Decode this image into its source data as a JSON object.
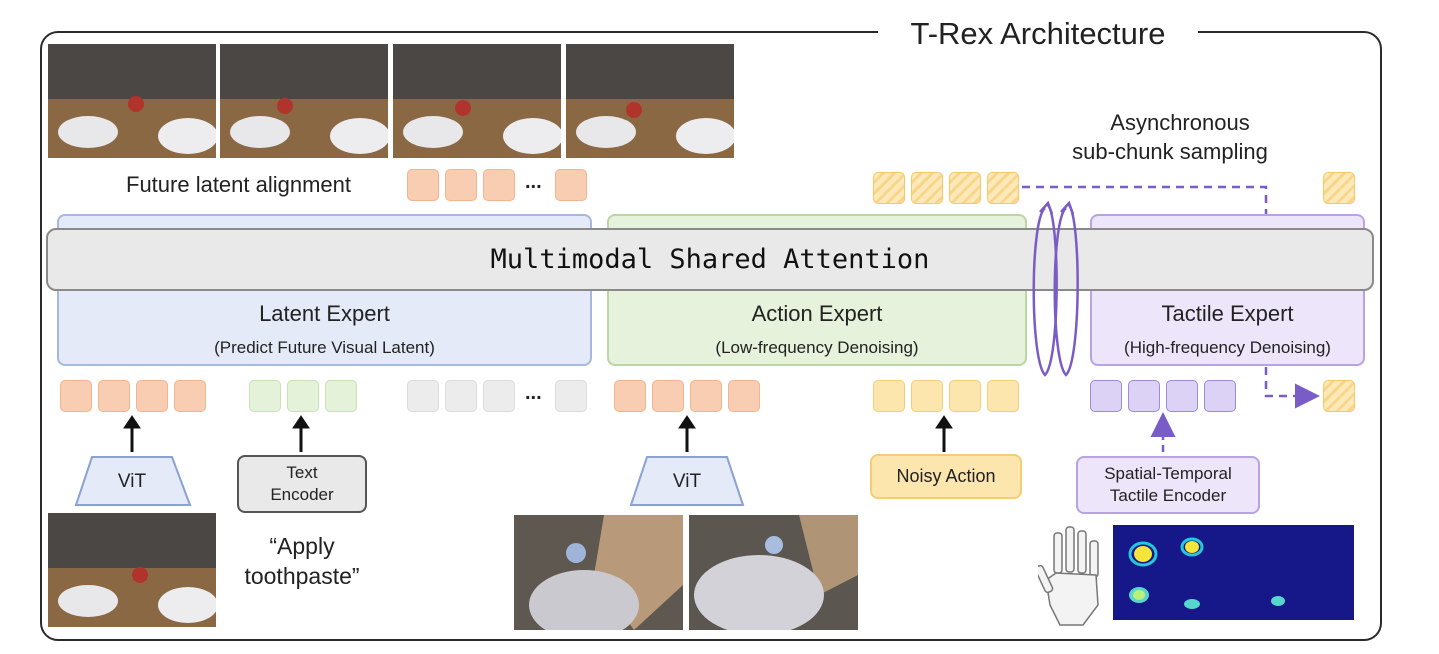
{
  "title": "T-Rex Architecture",
  "top_label": "Future latent alignment",
  "async_label_line1": "Asynchronous",
  "async_label_line2": "sub-chunk sampling",
  "shared_attention": "Multimodal Shared Attention",
  "experts": [
    {
      "title": "Latent Expert",
      "subtitle": "(Predict Future Visual Latent)"
    },
    {
      "title": "Action Expert",
      "subtitle": "(Low-frequency Denoising)"
    },
    {
      "title": "Tactile Expert",
      "subtitle": "(High-frequency Denoising)"
    }
  ],
  "ellipsis": "...",
  "vit_label": "ViT",
  "text_encoder_line1": "Text",
  "text_encoder_line2": "Encoder",
  "instruction_line1": "“Apply",
  "instruction_line2": "toothpaste”",
  "noisy_action": "Noisy Action",
  "tactile_encoder_line1": "Spatial-Temporal",
  "tactile_encoder_line2": "Tactile Encoder",
  "colors": {
    "latent_bg": "#e4eaf8",
    "latent_border": "#a6b8df",
    "action_bg": "#e6f2db",
    "action_border": "#b9d6a3",
    "tactile_bg": "#ede5fa",
    "tactile_border": "#b8a3e6",
    "arrow_purple": "#7a5cc6"
  }
}
